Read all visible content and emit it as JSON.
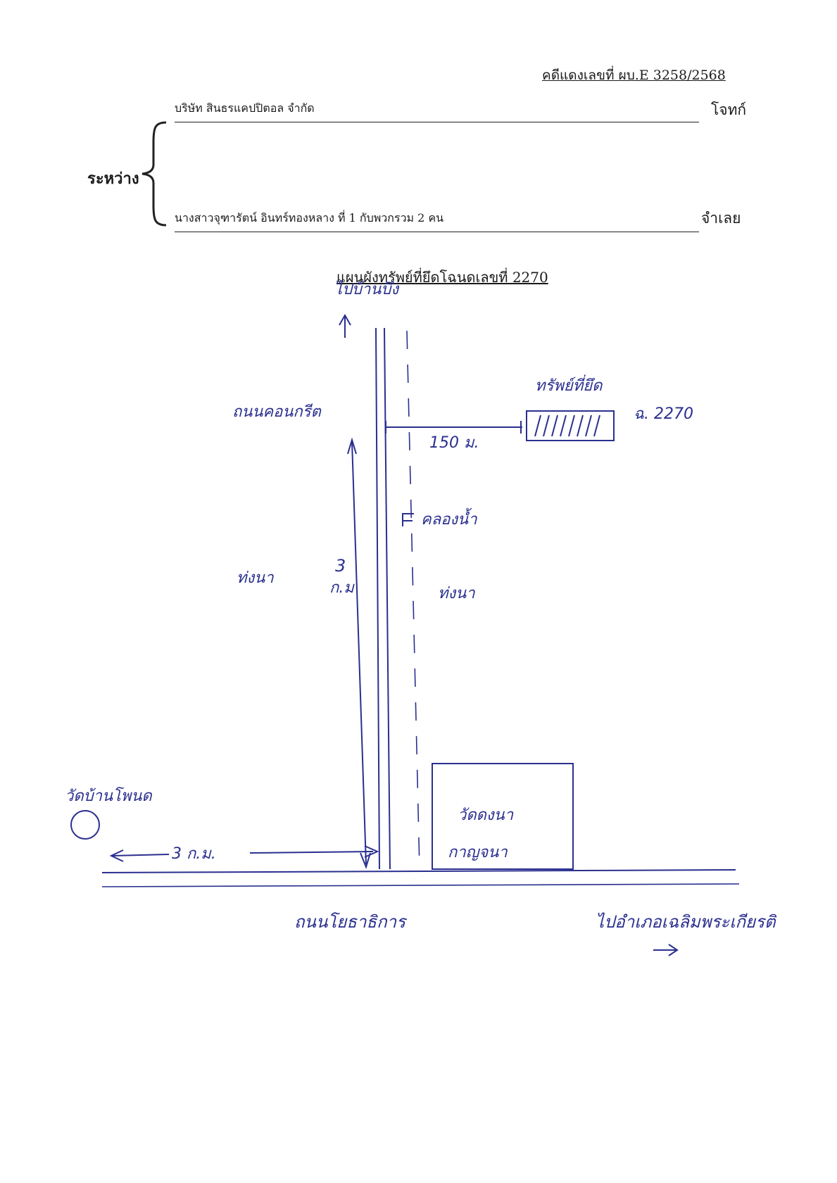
{
  "case_number": "คดีแดงเลขที่ ผบ.E 3258/2568",
  "between_label": "ระหว่าง",
  "plaintiff": {
    "name": "บริษัท สินธรแคปปิตอล จำกัด",
    "role": "โจทก์"
  },
  "defendant": {
    "name": "นางสาวจุฑารัตน์ อินทร์ทองหลาง ที่ 1 กับพวกรวม 2 คน",
    "role": "จำเลย"
  },
  "map_title": "แผนผังทรัพย์ที่ยึดโฉนดเลขที่ 2270",
  "colors": {
    "ink": "#2a2f8f",
    "text": "#1a1a1a"
  },
  "sketch_labels": {
    "to_north": "ไปบ้านบึง",
    "road_concrete": "ถนนคอนกรีต",
    "seized_property": "ทรัพย์ที่ยึด",
    "deed_no": "ฉ. 2270",
    "distance_150": "150 ม.",
    "canal": "คลองน้ำ",
    "rice_field_left": "ท่งนา",
    "rice_field_right": "ท่งนา",
    "distance_3km_vertical": "3",
    "km_unit_vertical": "ก.ม",
    "temple_left": "วัดบ้านโพนด",
    "distance_3km_horizontal": "3 ก.ม.",
    "school": "วัดดงนา",
    "school_sub": "กาญจนา",
    "main_road": "ถนนโยธาธิการ",
    "to_east": "ไปอำเภอเฉลิมพระเกียรติ"
  }
}
